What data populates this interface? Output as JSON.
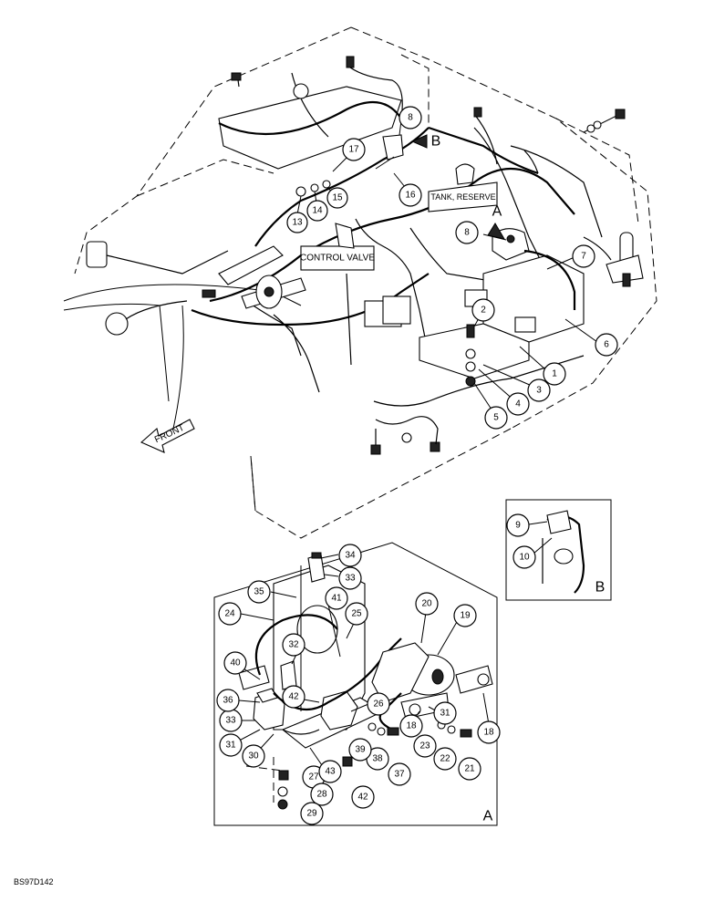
{
  "texts": {
    "control_valve": "CONTROL VALVE",
    "tank_reserve": "TANK, RESERVE",
    "front": "FRONT",
    "view_a": "A",
    "view_b": "B",
    "arrow_a": "A",
    "arrow_b": "B",
    "ref_code": "BS97D142"
  },
  "callouts": {
    "c1": "1",
    "c2": "2",
    "c3": "3",
    "c4": "4",
    "c5": "5",
    "c6": "6",
    "c7": "7",
    "c8a": "8",
    "c8b": "8",
    "c9": "9",
    "c10": "10",
    "c13": "13",
    "c14": "14",
    "c15": "15",
    "c16": "16",
    "c17": "17",
    "c18a": "18",
    "c18b": "18",
    "c19": "19",
    "c20": "20",
    "c21": "21",
    "c22": "22",
    "c23": "23",
    "c24": "24",
    "c25": "25",
    "c26": "26",
    "c27": "27",
    "c28": "28",
    "c29": "29",
    "c30": "30",
    "c31a": "31",
    "c31b": "31",
    "c32": "32",
    "c33a": "33",
    "c33b": "33",
    "c34": "34",
    "c35": "35",
    "c36": "36",
    "c37": "37",
    "c38": "38",
    "c39": "39",
    "c40": "40",
    "c41": "41",
    "c42a": "42",
    "c42b": "42",
    "c43": "43"
  }
}
